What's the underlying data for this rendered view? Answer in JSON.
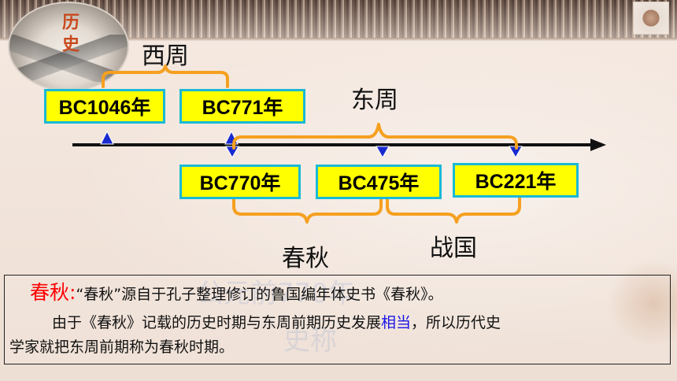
{
  "logo": {
    "glyph_text": "历史"
  },
  "periods": {
    "western_zhou": "西周",
    "eastern_zhou": "东周",
    "spring_autumn": "春秋",
    "warring_states": "战国"
  },
  "dates": {
    "bc1046": "BC1046年",
    "bc771": "BC771年",
    "bc770": "BC770年",
    "bc475": "BC475年",
    "bc221": "BC221年"
  },
  "explanation": {
    "term": "春秋:",
    "line1_rest": "“春秋”源自于孔子整理修订的鲁国编年体史书《春秋》。",
    "line2_before": "由于《春秋》记载的历史时期与东周前期历史发展",
    "line2_highlight": "相当",
    "line2_after": "，所以历代史",
    "line3": "学家就把东周前期称为春秋时期。"
  },
  "colors": {
    "label_fill": "#ffff00",
    "label_border": "#19b9d6",
    "brace": "#f5a020",
    "axis": "#111111",
    "marker": "#1a2ad0",
    "term": "#ff0000",
    "highlight": "#1a14e6"
  }
}
